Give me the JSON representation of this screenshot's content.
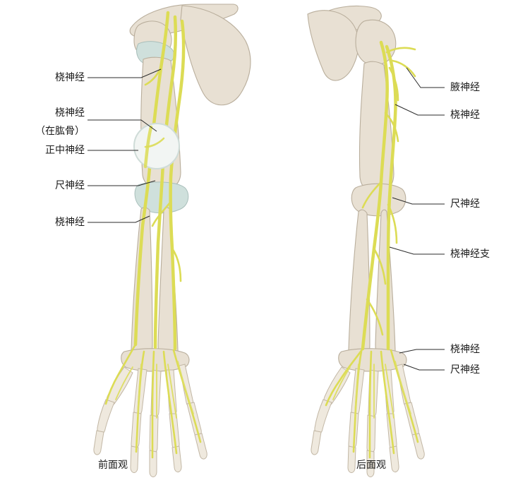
{
  "figure": {
    "title_not_shown": "",
    "views": [
      {
        "id": "anterior",
        "caption": "前面观",
        "labels": [
          {
            "id": "radial-nerve-upper",
            "text": "桡神经"
          },
          {
            "id": "radial-nerve-humerus",
            "text_line1": "桡神经",
            "text_line2": "（在肱骨）"
          },
          {
            "id": "median-nerve",
            "text": "正中神经"
          },
          {
            "id": "ulnar-nerve",
            "text": "尺神经"
          },
          {
            "id": "radial-nerve-forearm",
            "text": "桡神经"
          }
        ]
      },
      {
        "id": "posterior",
        "caption": "后面观",
        "labels": [
          {
            "id": "axillary-nerve",
            "text": "腋神经"
          },
          {
            "id": "radial-nerve-upper",
            "text": "桡神经"
          },
          {
            "id": "ulnar-nerve",
            "text": "尺神经"
          },
          {
            "id": "radial-nerve-branch",
            "text": "桡神经支"
          },
          {
            "id": "radial-nerve-hand",
            "text": "桡神经"
          },
          {
            "id": "ulnar-nerve-hand",
            "text": "尺神经"
          }
        ]
      }
    ],
    "colors": {
      "bone": "#e8e0d3",
      "bone_outline": "#b9ae9c",
      "nerve": "#dcdc55",
      "cartilage": "#cfe0dc",
      "text": "#1a1a1a",
      "background": "#ffffff"
    }
  }
}
